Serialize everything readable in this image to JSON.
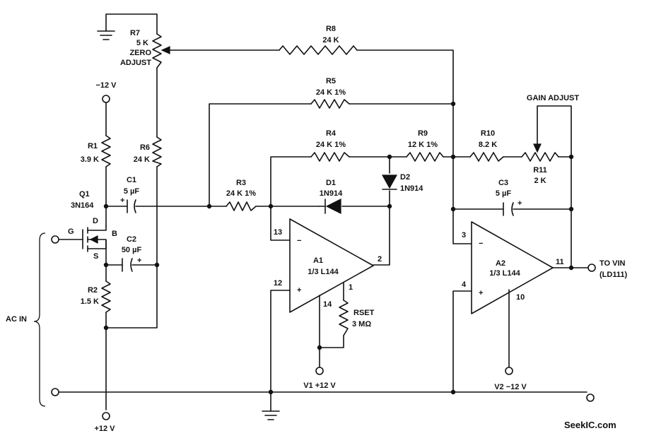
{
  "components": {
    "r1": {
      "ref": "R1",
      "value": "3.9 K"
    },
    "r2": {
      "ref": "R2",
      "value": "1.5 K"
    },
    "r3": {
      "ref": "R3",
      "value": "24 K 1%"
    },
    "r4": {
      "ref": "R4",
      "value": "24 K 1%"
    },
    "r5": {
      "ref": "R5",
      "value": "24 K 1%"
    },
    "r6": {
      "ref": "R6",
      "value": "24 K"
    },
    "r7": {
      "ref": "R7",
      "value": "5 K",
      "note1": "ZERO",
      "note2": "ADJUST"
    },
    "r8": {
      "ref": "R8",
      "value": "24 K"
    },
    "r9": {
      "ref": "R9",
      "value": "12 K 1%"
    },
    "r10": {
      "ref": "R10",
      "value": "8.2 K"
    },
    "r11": {
      "ref": "R11",
      "value": "2 K"
    },
    "rset": {
      "ref": "RSET",
      "value": "3 MΩ"
    },
    "c1": {
      "ref": "C1",
      "value": "5 µF"
    },
    "c2": {
      "ref": "C2",
      "value": "50 µF"
    },
    "c3": {
      "ref": "C3",
      "value": "5 µF"
    },
    "d1": {
      "ref": "D1",
      "value": "1N914"
    },
    "d2": {
      "ref": "D2",
      "value": "1N914"
    },
    "q1": {
      "ref": "Q1",
      "value": "3N164",
      "gate": "G",
      "drain": "D",
      "source": "S",
      "body": "B"
    },
    "a1": {
      "ref": "A1",
      "value": "1/3 L144",
      "pin_inv": "13",
      "pin_noninv": "12",
      "pin_out": "2",
      "pin_set": "1",
      "pin_gnd": "14"
    },
    "a2": {
      "ref": "A2",
      "value": "1/3 L144",
      "pin_inv": "3",
      "pin_noninv": "4",
      "pin_out": "11",
      "pin_v": "10"
    }
  },
  "labels": {
    "minus12": "−12 V",
    "plus12": "+12 V",
    "v1": "V1 +12 V",
    "v2": "V2 −12 V",
    "gain_adjust": "GAIN ADJUST",
    "ac_in": "AC IN",
    "out1": "TO VIN",
    "out2": "(LD111)",
    "plus": "+",
    "minus": "−"
  },
  "watermark": "SeekIC.com"
}
